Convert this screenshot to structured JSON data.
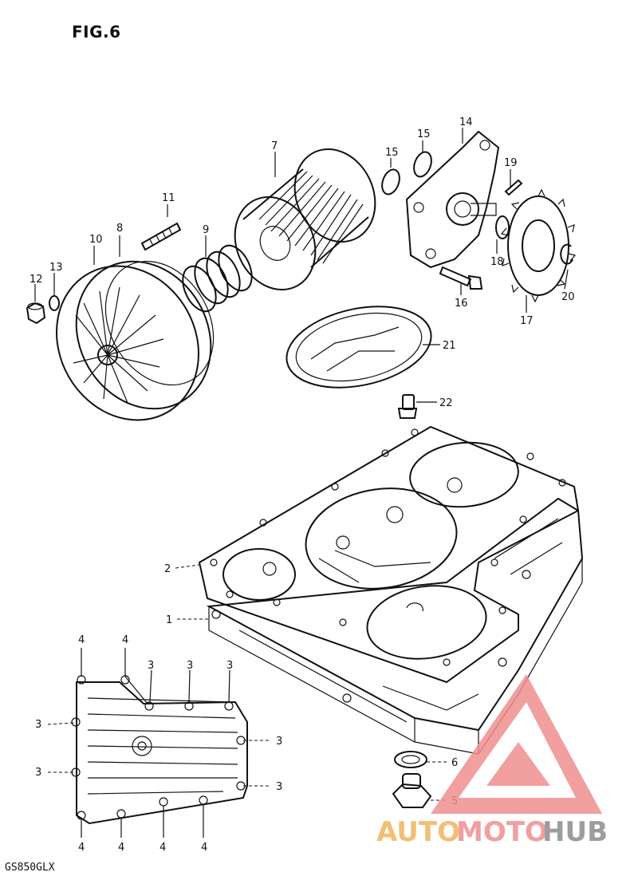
{
  "header": {
    "title": "FIG.6"
  },
  "footer": {
    "model": "GS850GLX"
  },
  "callouts": {
    "c1": "1",
    "c2": "2",
    "c3": "3",
    "c4": "4",
    "c5": "5",
    "c6": "6",
    "c7": "7",
    "c8": "8",
    "c9": "9",
    "c10": "10",
    "c11": "11",
    "c12": "12",
    "c13": "13",
    "c14": "14",
    "c15": "15",
    "c16": "16",
    "c17": "17",
    "c18": "18",
    "c19": "19",
    "c20": "20",
    "c21": "21",
    "c22": "22"
  },
  "watermark": {
    "brand_a": "AUTO",
    "brand_b": "MOTO",
    "brand_c": "HUB"
  },
  "colors": {
    "brand_red": "#ef8f8f",
    "brand_orange": "#f2b45c",
    "brand_gray": "#8c8c8c",
    "line": "#111111"
  }
}
